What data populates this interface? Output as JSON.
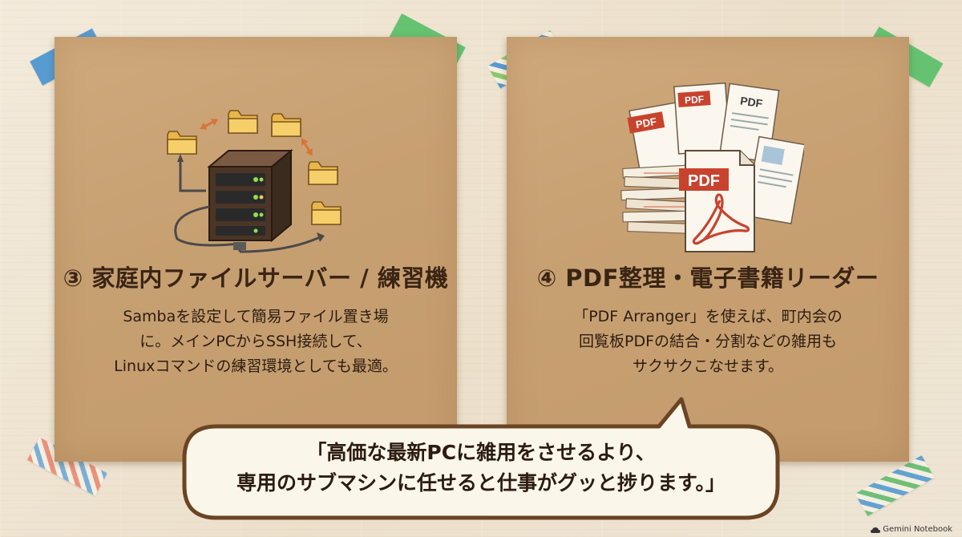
{
  "cards": [
    {
      "title": "③ 家庭内ファイルサーバー / 練習機",
      "body_lines": [
        "Sambaを設定して簡易ファイル置き場",
        "に。メインPCからSSH接続して、",
        "Linuxコマンドの練習環境としても最適。"
      ],
      "illustration": "server-with-folders-icon"
    },
    {
      "title": "④ PDF整理・電子書籍リーダー",
      "body_lines": [
        "「PDF Arranger」を使えば、町内会の",
        "回覧板PDFの結合・分割などの雑用も",
        "サクサクこなせます。"
      ],
      "illustration": "pdf-stack-icon",
      "pdf_labels": [
        "PDF",
        "PDF",
        "PDF",
        "PDF"
      ]
    }
  ],
  "speech_bubble": {
    "lines": [
      "「高価な最新PCに雑用をさせるより、",
      "専用のサブマシンに任せると仕事がグッと捗ります。」"
    ]
  },
  "brand": {
    "label": "Gemini Notebook",
    "icon": "cloud-logo-icon"
  },
  "colors": {
    "board": "#c7a072",
    "title_text": "#3a2414",
    "tape_blue": "#3f8fd0",
    "tape_green": "#4fbd62",
    "folder": "#f2c45c",
    "server": "#4b3526",
    "server_led": "#8ee04a",
    "pdf_red": "#c8432d"
  }
}
